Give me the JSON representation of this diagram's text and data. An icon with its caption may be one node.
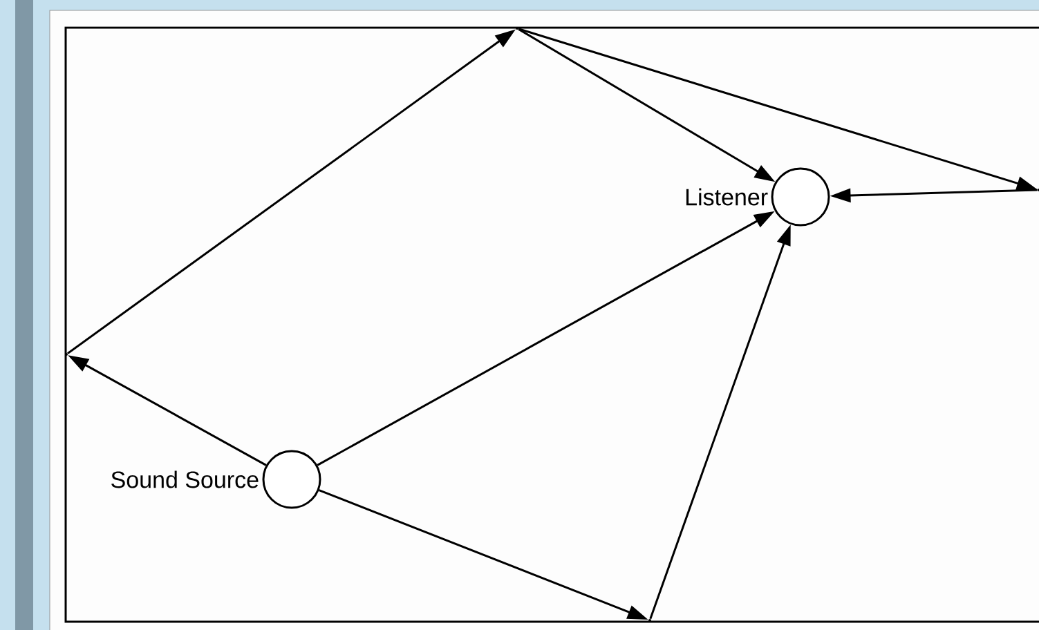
{
  "diagram": {
    "nodes": [
      {
        "text": [
          "Sound Source"
        ]
      },
      {
        "text": [
          "Listener"
        ]
      },
      {
        "text": [],
        "shape": "point"
      },
      {
        "text": [],
        "shape": "point"
      },
      {
        "text": [],
        "shape": "point"
      },
      {
        "text": [],
        "shape": "point"
      }
    ],
    "edges": [
      {
        "from": 0,
        "to": 2,
        "arrow": "to"
      },
      {
        "from": 2,
        "to": 3,
        "arrow": "to"
      },
      {
        "from": 3,
        "to": 1,
        "arrow": "to"
      },
      {
        "from": 3,
        "to": 4,
        "arrow": "to"
      },
      {
        "from": 4,
        "to": 1,
        "arrow": "to"
      },
      {
        "from": 0,
        "to": 1,
        "arrow": "to"
      },
      {
        "from": 0,
        "to": 5,
        "arrow": "to"
      },
      {
        "from": 5,
        "to": 1,
        "arrow": "to"
      }
    ]
  }
}
